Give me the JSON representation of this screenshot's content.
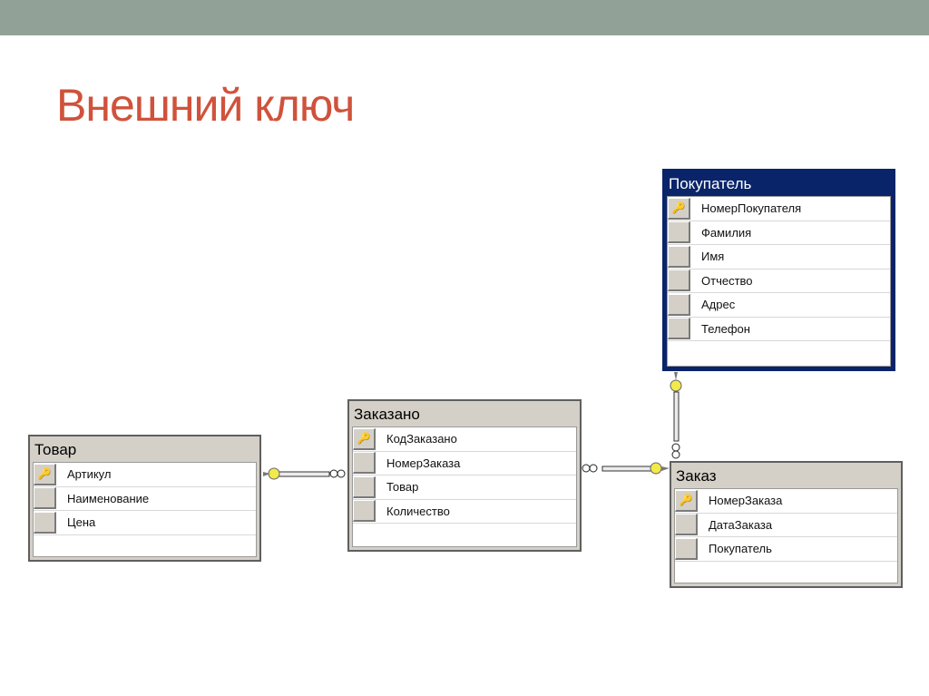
{
  "slide": {
    "title": "Внешний ключ",
    "colors": {
      "top_bar": "#91a198",
      "title": "#d0523b",
      "selected_header": "#0a246a",
      "key": "#f2e94a"
    }
  },
  "tables": {
    "tovar": {
      "name": "Товар",
      "columns": [
        {
          "label": "Артикул",
          "primary_key": true
        },
        {
          "label": "Наименование",
          "primary_key": false
        },
        {
          "label": "Цена",
          "primary_key": false
        }
      ]
    },
    "zakazano": {
      "name": "Заказано",
      "columns": [
        {
          "label": "КодЗаказано",
          "primary_key": true
        },
        {
          "label": "НомерЗаказа",
          "primary_key": false
        },
        {
          "label": "Товар",
          "primary_key": false
        },
        {
          "label": "Количество",
          "primary_key": false
        }
      ]
    },
    "pokupatel": {
      "name": "Покупатель",
      "selected": true,
      "columns": [
        {
          "label": "НомерПокупателя",
          "primary_key": true
        },
        {
          "label": "Фамилия",
          "primary_key": false
        },
        {
          "label": "Имя",
          "primary_key": false
        },
        {
          "label": "Отчество",
          "primary_key": false
        },
        {
          "label": "Адрес",
          "primary_key": false
        },
        {
          "label": "Телефон",
          "primary_key": false
        }
      ]
    },
    "zakaz": {
      "name": "Заказ",
      "columns": [
        {
          "label": "НомерЗаказа",
          "primary_key": true
        },
        {
          "label": "ДатаЗаказа",
          "primary_key": false
        },
        {
          "label": "Покупатель",
          "primary_key": false
        }
      ]
    }
  },
  "relations": [
    {
      "from": "Товар",
      "to": "Заказано",
      "one_end": "key-icon",
      "many_end": "infinity-icon"
    },
    {
      "from": "Заказ",
      "to": "Заказано",
      "one_end": "key-icon",
      "many_end": "infinity-icon"
    },
    {
      "from": "Покупатель",
      "to": "Заказ",
      "one_end": "key-icon",
      "many_end": "infinity-icon"
    }
  ],
  "icons": {
    "primary_key": "key-icon",
    "relation_many": "infinity-icon"
  }
}
